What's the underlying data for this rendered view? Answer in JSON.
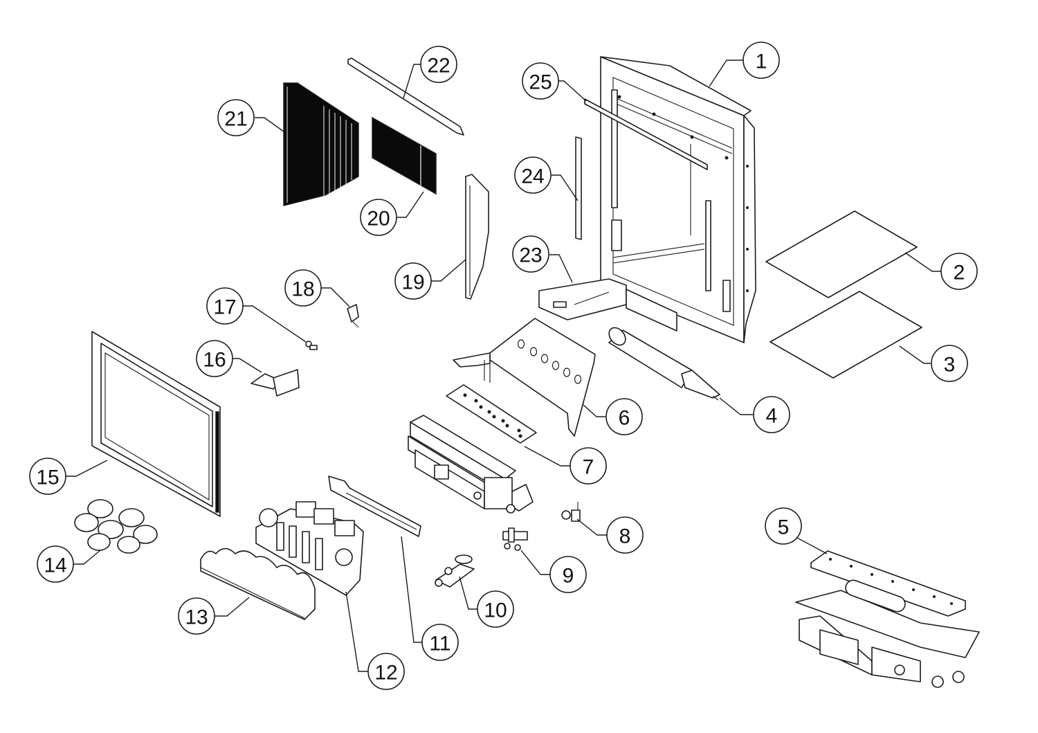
{
  "diagram": {
    "type": "exploded-parts-diagram",
    "subject": "fireplace insert",
    "line_color": "#1a1a1a",
    "background": "#ffffff",
    "callouts": [
      {
        "id": "1",
        "label": "1"
      },
      {
        "id": "2",
        "label": "2"
      },
      {
        "id": "3",
        "label": "3"
      },
      {
        "id": "4",
        "label": "4"
      },
      {
        "id": "5",
        "label": "5"
      },
      {
        "id": "6",
        "label": "6"
      },
      {
        "id": "7",
        "label": "7"
      },
      {
        "id": "8",
        "label": "8"
      },
      {
        "id": "9",
        "label": "9"
      },
      {
        "id": "10",
        "label": "10"
      },
      {
        "id": "11",
        "label": "11"
      },
      {
        "id": "12",
        "label": "12"
      },
      {
        "id": "13",
        "label": "13"
      },
      {
        "id": "14",
        "label": "14"
      },
      {
        "id": "15",
        "label": "15"
      },
      {
        "id": "16",
        "label": "16"
      },
      {
        "id": "17",
        "label": "17"
      },
      {
        "id": "18",
        "label": "18"
      },
      {
        "id": "19",
        "label": "19"
      },
      {
        "id": "20",
        "label": "20"
      },
      {
        "id": "21",
        "label": "21"
      },
      {
        "id": "22",
        "label": "22"
      },
      {
        "id": "23",
        "label": "23"
      },
      {
        "id": "24",
        "label": "24"
      },
      {
        "id": "25",
        "label": "25"
      }
    ]
  }
}
